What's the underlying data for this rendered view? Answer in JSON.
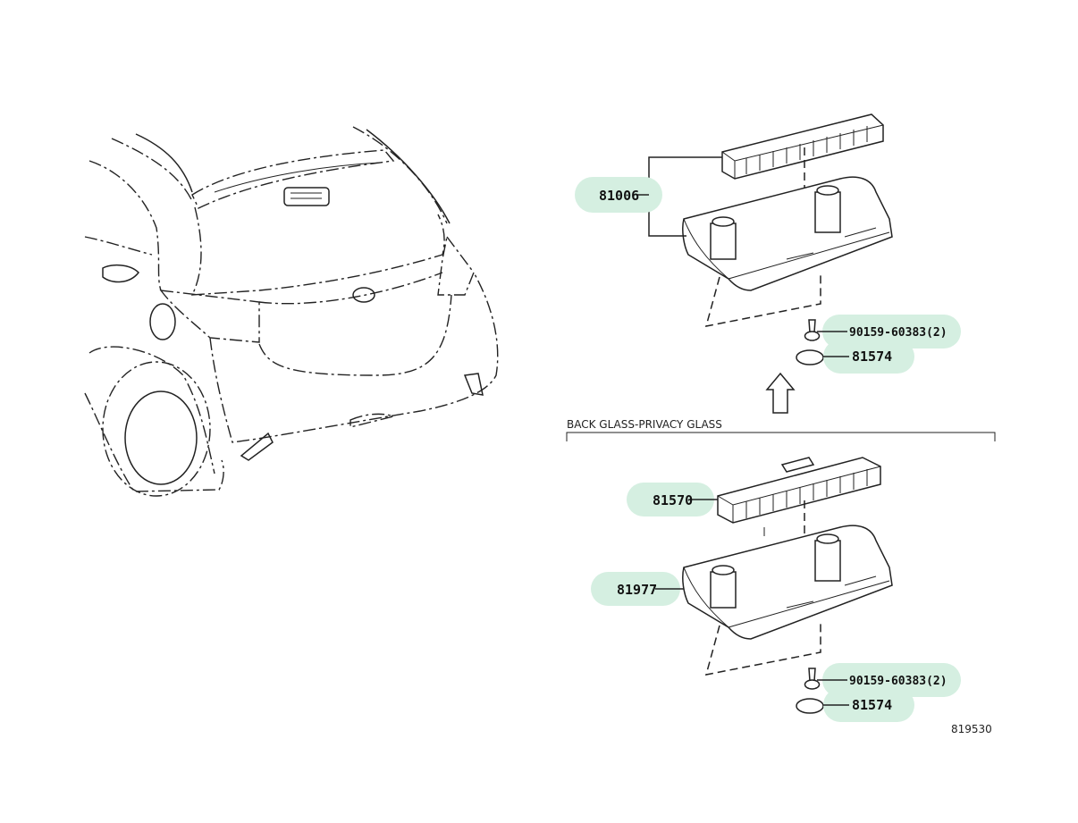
{
  "section_label": "BACK GLASS-PRIVACY GLASS",
  "figure_number": "819530",
  "callouts": {
    "upper_lamp_assy": "81006",
    "upper_screw": "90159-60383(2)",
    "upper_cover": "81574",
    "lower_lamp": "81570",
    "lower_housing": "81977",
    "lower_screw": "90159-60383(2)",
    "lower_cover": "81574"
  },
  "colors": {
    "callout_highlight": "#d5efe1",
    "line": "#222222"
  }
}
